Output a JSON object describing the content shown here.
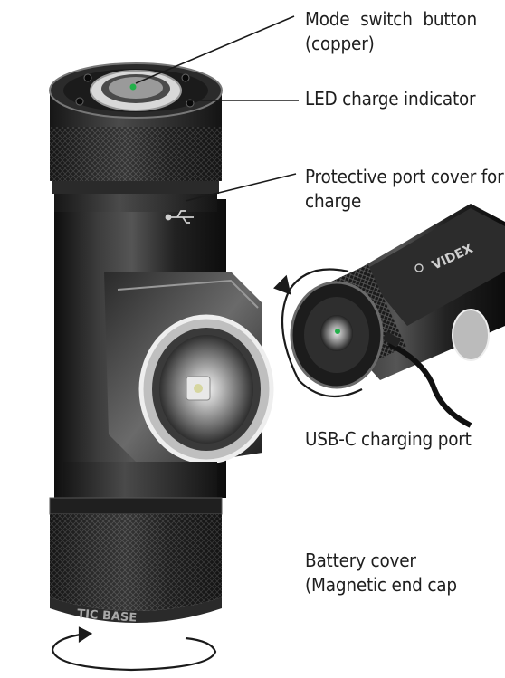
{
  "labels": {
    "mode_switch": {
      "line1_words": [
        "Mode",
        "switch",
        "button"
      ],
      "line2": "(copper)"
    },
    "led_indicator": "LED charge indicator",
    "port_cover": {
      "line1": "Protective port cover for",
      "line2": "charge"
    },
    "usb_port": "USB-C charging port",
    "battery_cover": {
      "line1": "Battery cover",
      "line2": "(Magnetic end cap"
    }
  },
  "engraved": {
    "brand": "VIDEX",
    "base_text": "TIC BASE"
  },
  "icons": [
    "usb-symbol-icon",
    "rotate-arrow-icon",
    "twist-arrow-icon"
  ],
  "colors": {
    "body_dark": "#1c1c1c",
    "body_mid": "#3a3a3a",
    "highlight": "#8a8a8a",
    "led_ring": "#cfcfcf",
    "text": "#1e1e1e",
    "indicator_green": "#22b04a"
  }
}
